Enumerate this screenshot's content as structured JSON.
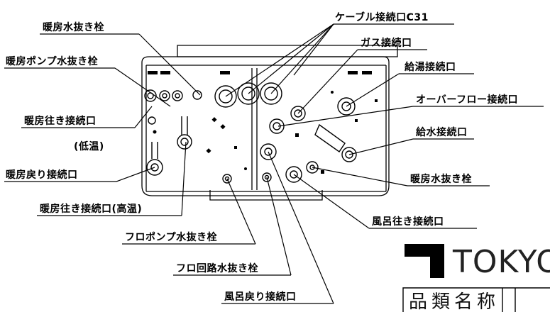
{
  "labels": {
    "cable": "ケーブル接続口C31",
    "heat_drain_top": "暖房水抜き栓",
    "gas": "ガス接続口",
    "heat_pump_drain": "暖房ポンプ水抜き栓",
    "hot_supply": "給湯接続口",
    "overflow": "オーバーフロー接続口",
    "heat_out_low": "暖房往き接続口",
    "low_temp": "(低温)",
    "water_supply": "給水接続口",
    "heat_return": "暖房戻り接続口",
    "heat_drain_right": "暖房水抜き栓",
    "heat_out_high": "暖房往き接続口(高温)",
    "bath_out": "風呂往き接続口",
    "bath_pump_drain": "フロポンプ水抜き栓",
    "bath_circuit_drain": "フロ回路水抜き栓",
    "bath_return": "風呂戻り接続口"
  },
  "logo": {
    "text": "TOKYO"
  },
  "title_box": {
    "text": "品類名称"
  }
}
